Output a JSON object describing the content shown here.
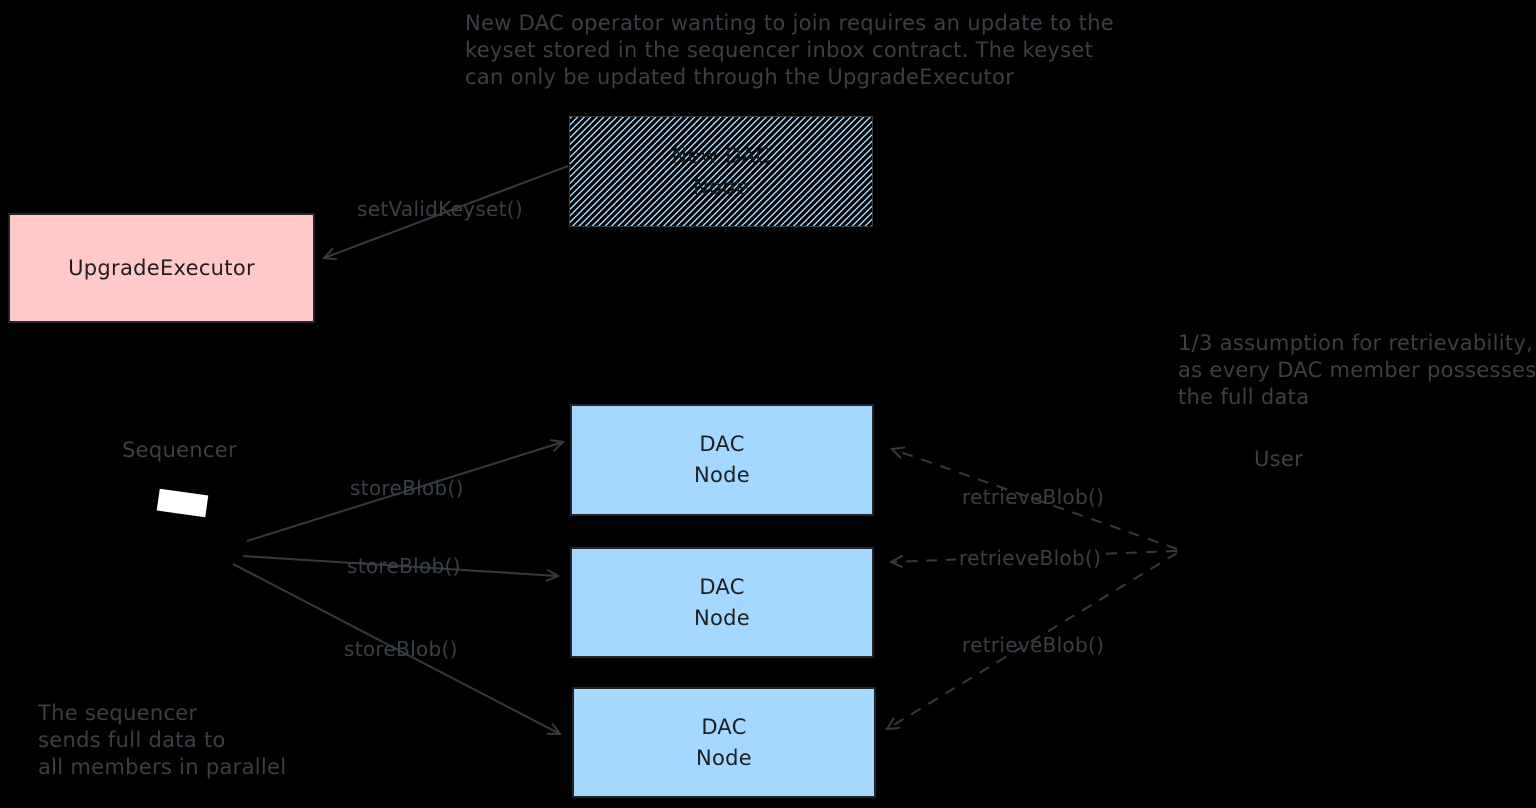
{
  "colors": {
    "background": "#000000",
    "stroke": "#343a40",
    "note_text": "#3a4046",
    "box_text": "#1e1e1e",
    "pink_fill": "#ffc9c9",
    "blue_fill": "#a5d8ff",
    "hatch_blue": "#a5d8ff",
    "sequencer_screen": "#ffffff"
  },
  "notes": {
    "top": {
      "line1": "New DAC operator wanting to join requires an update to the",
      "line2": "keyset stored in the sequencer inbox contract. The keyset",
      "line3": "can only be updated through the UpgradeExecutor"
    },
    "right": {
      "line1": "1/3 assumption for retrievability,",
      "line2": "as every DAC member possesses",
      "line3": "the full data"
    },
    "bottom_left": {
      "line1": "The sequencer",
      "line2": "sends full data to",
      "line3": "all members in parallel"
    }
  },
  "nodes": {
    "upgrade_executor": {
      "label": "UpgradeExecutor"
    },
    "new_dac_node": {
      "line1": "New DAC",
      "line2": "Node"
    },
    "dac_node_1": {
      "line1": "DAC",
      "line2": "Node"
    },
    "dac_node_2": {
      "line1": "DAC",
      "line2": "Node"
    },
    "dac_node_3": {
      "line1": "DAC",
      "line2": "Node"
    },
    "sequencer": {
      "label": "Sequencer"
    },
    "user": {
      "label": "User"
    }
  },
  "edges": {
    "set_valid_keyset": {
      "label": "setValidKeyset()"
    },
    "store_blob_1": {
      "label": "storeBlob()"
    },
    "store_blob_2": {
      "label": "storeBlob()"
    },
    "store_blob_3": {
      "label": "storeBlob()"
    },
    "retrieve_blob_1": {
      "label": "retrieveBlob()"
    },
    "retrieve_blob_2": {
      "label": "retrieveBlob()"
    },
    "retrieve_blob_3": {
      "label": "retrieveBlob()"
    }
  }
}
